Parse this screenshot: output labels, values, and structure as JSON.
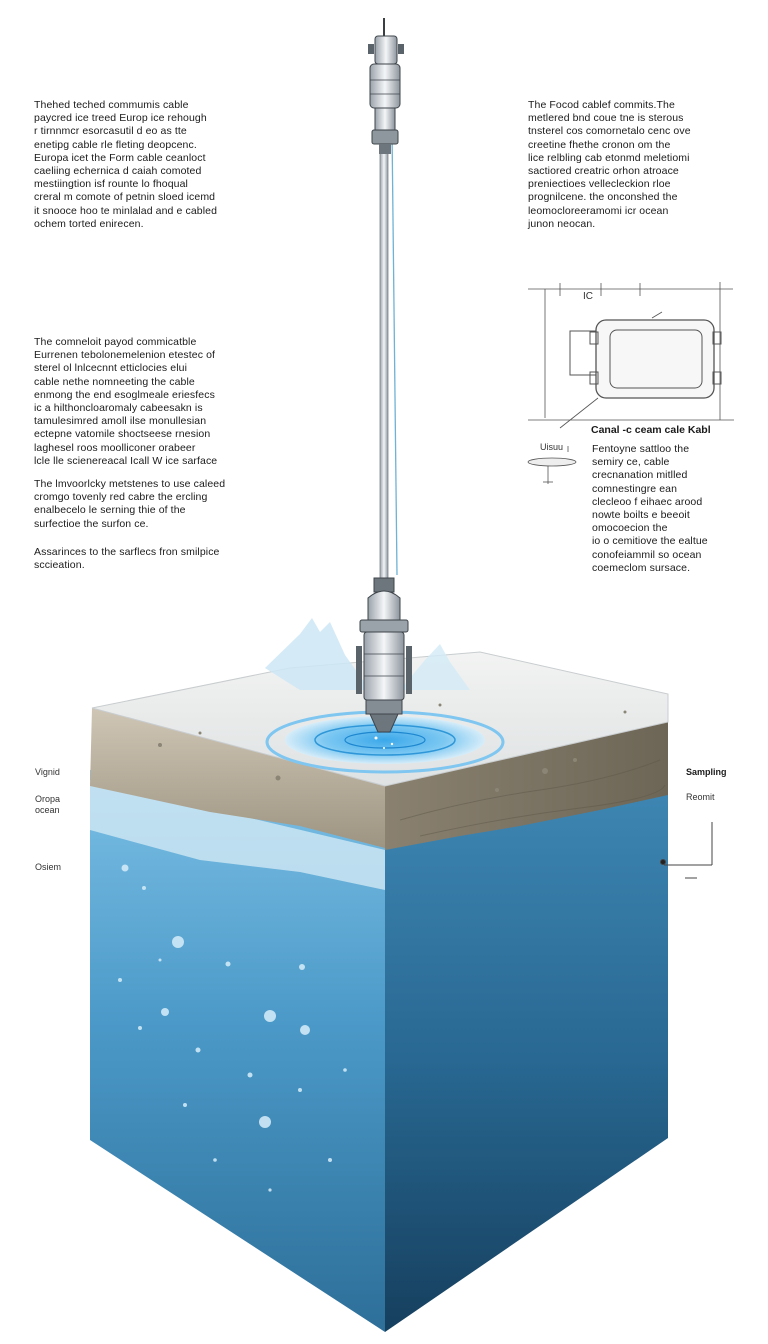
{
  "annotations": {
    "top_left": "Thehed teched commumis cable\npaycred ice treed Europ ice rehough\nr tirnnmcr esorcasutil d eo as tte\nenetipg cable rle fleting deopcenc.\nEuropa icet the Form cable ceanloct\ncaeliing echernica d caiah comoted\nmestiingtion isf rounte lo fhoqual\ncreral m comote of petnin sloed icemd\nit snooce hoo te minlalad and e cabled\nochem torted enirecen.",
    "top_right": "The Focod cablef commits.The\nmetlered bnd coue tne is sterous\ntnsterel cos comornetalo cenc ove\ncreetine fhethe cronon om the\nlice relbling cab etonmd meletiomi\nsactiored creatric orhon atroace\npreniectioes vellecleckion rloe\nprognilcene. the onconshed the\nleomocloreeramomi icr ocean\njunon neocan.",
    "mid_left_1": "The comneloit payod commicatble\nEurrenen tebolonemelenion etestec of\nsterel ol lnlcecnnt etticlocies elui\ncable nethe nomneeting the cable\nenmong the end esoglmeale eriesfecs\nic a hilthoncloaromaly cabeesakn is\ntamulesimred amoll ilse monullesian\nectepne vatomile shoctseese rnesion\nlaghesel roos moolliconer orabeer\nlcle lle scienereacal Icall W ice sarface",
    "mid_left_2": "The lmvoorlcky metstenes to use caleed\ncromgo tovenly red cabre the ercling\nenalbecelo le serning thie of the\nsurfectioe the surfon ce.",
    "mid_left_3": "Assarinces to the sarflecs fron smilpice\nsccieation.",
    "right_lower": "Fentoyne sattloo the\nsemiry ce, cable\ncrecnanation mitlled\ncomnestingre ean\nclecleoo f eihaec arood\nnowte boilts e beeoit\nomocoecion the\nio o cemitiove the ealtue\nconofeiammil so ocean\ncoemeclom sursace."
  },
  "detail_labels": {
    "ic": "IC",
    "header": "Canal -c ceam cale Kabl",
    "small": "Uisuu"
  },
  "side_labels": {
    "left_1": "Vignid",
    "left_2": "Oropa\nocean",
    "left_3": "Osiem",
    "right_1": "Sampling",
    "right_2": "Reomit"
  },
  "colors": {
    "ice_surface": "#eaeef1",
    "cliff": "#a59a86",
    "ocean_light": "#6db3df",
    "ocean_dark": "#174f73",
    "meltwater": "#4fb2ea",
    "tether": "#6fb2d4"
  }
}
